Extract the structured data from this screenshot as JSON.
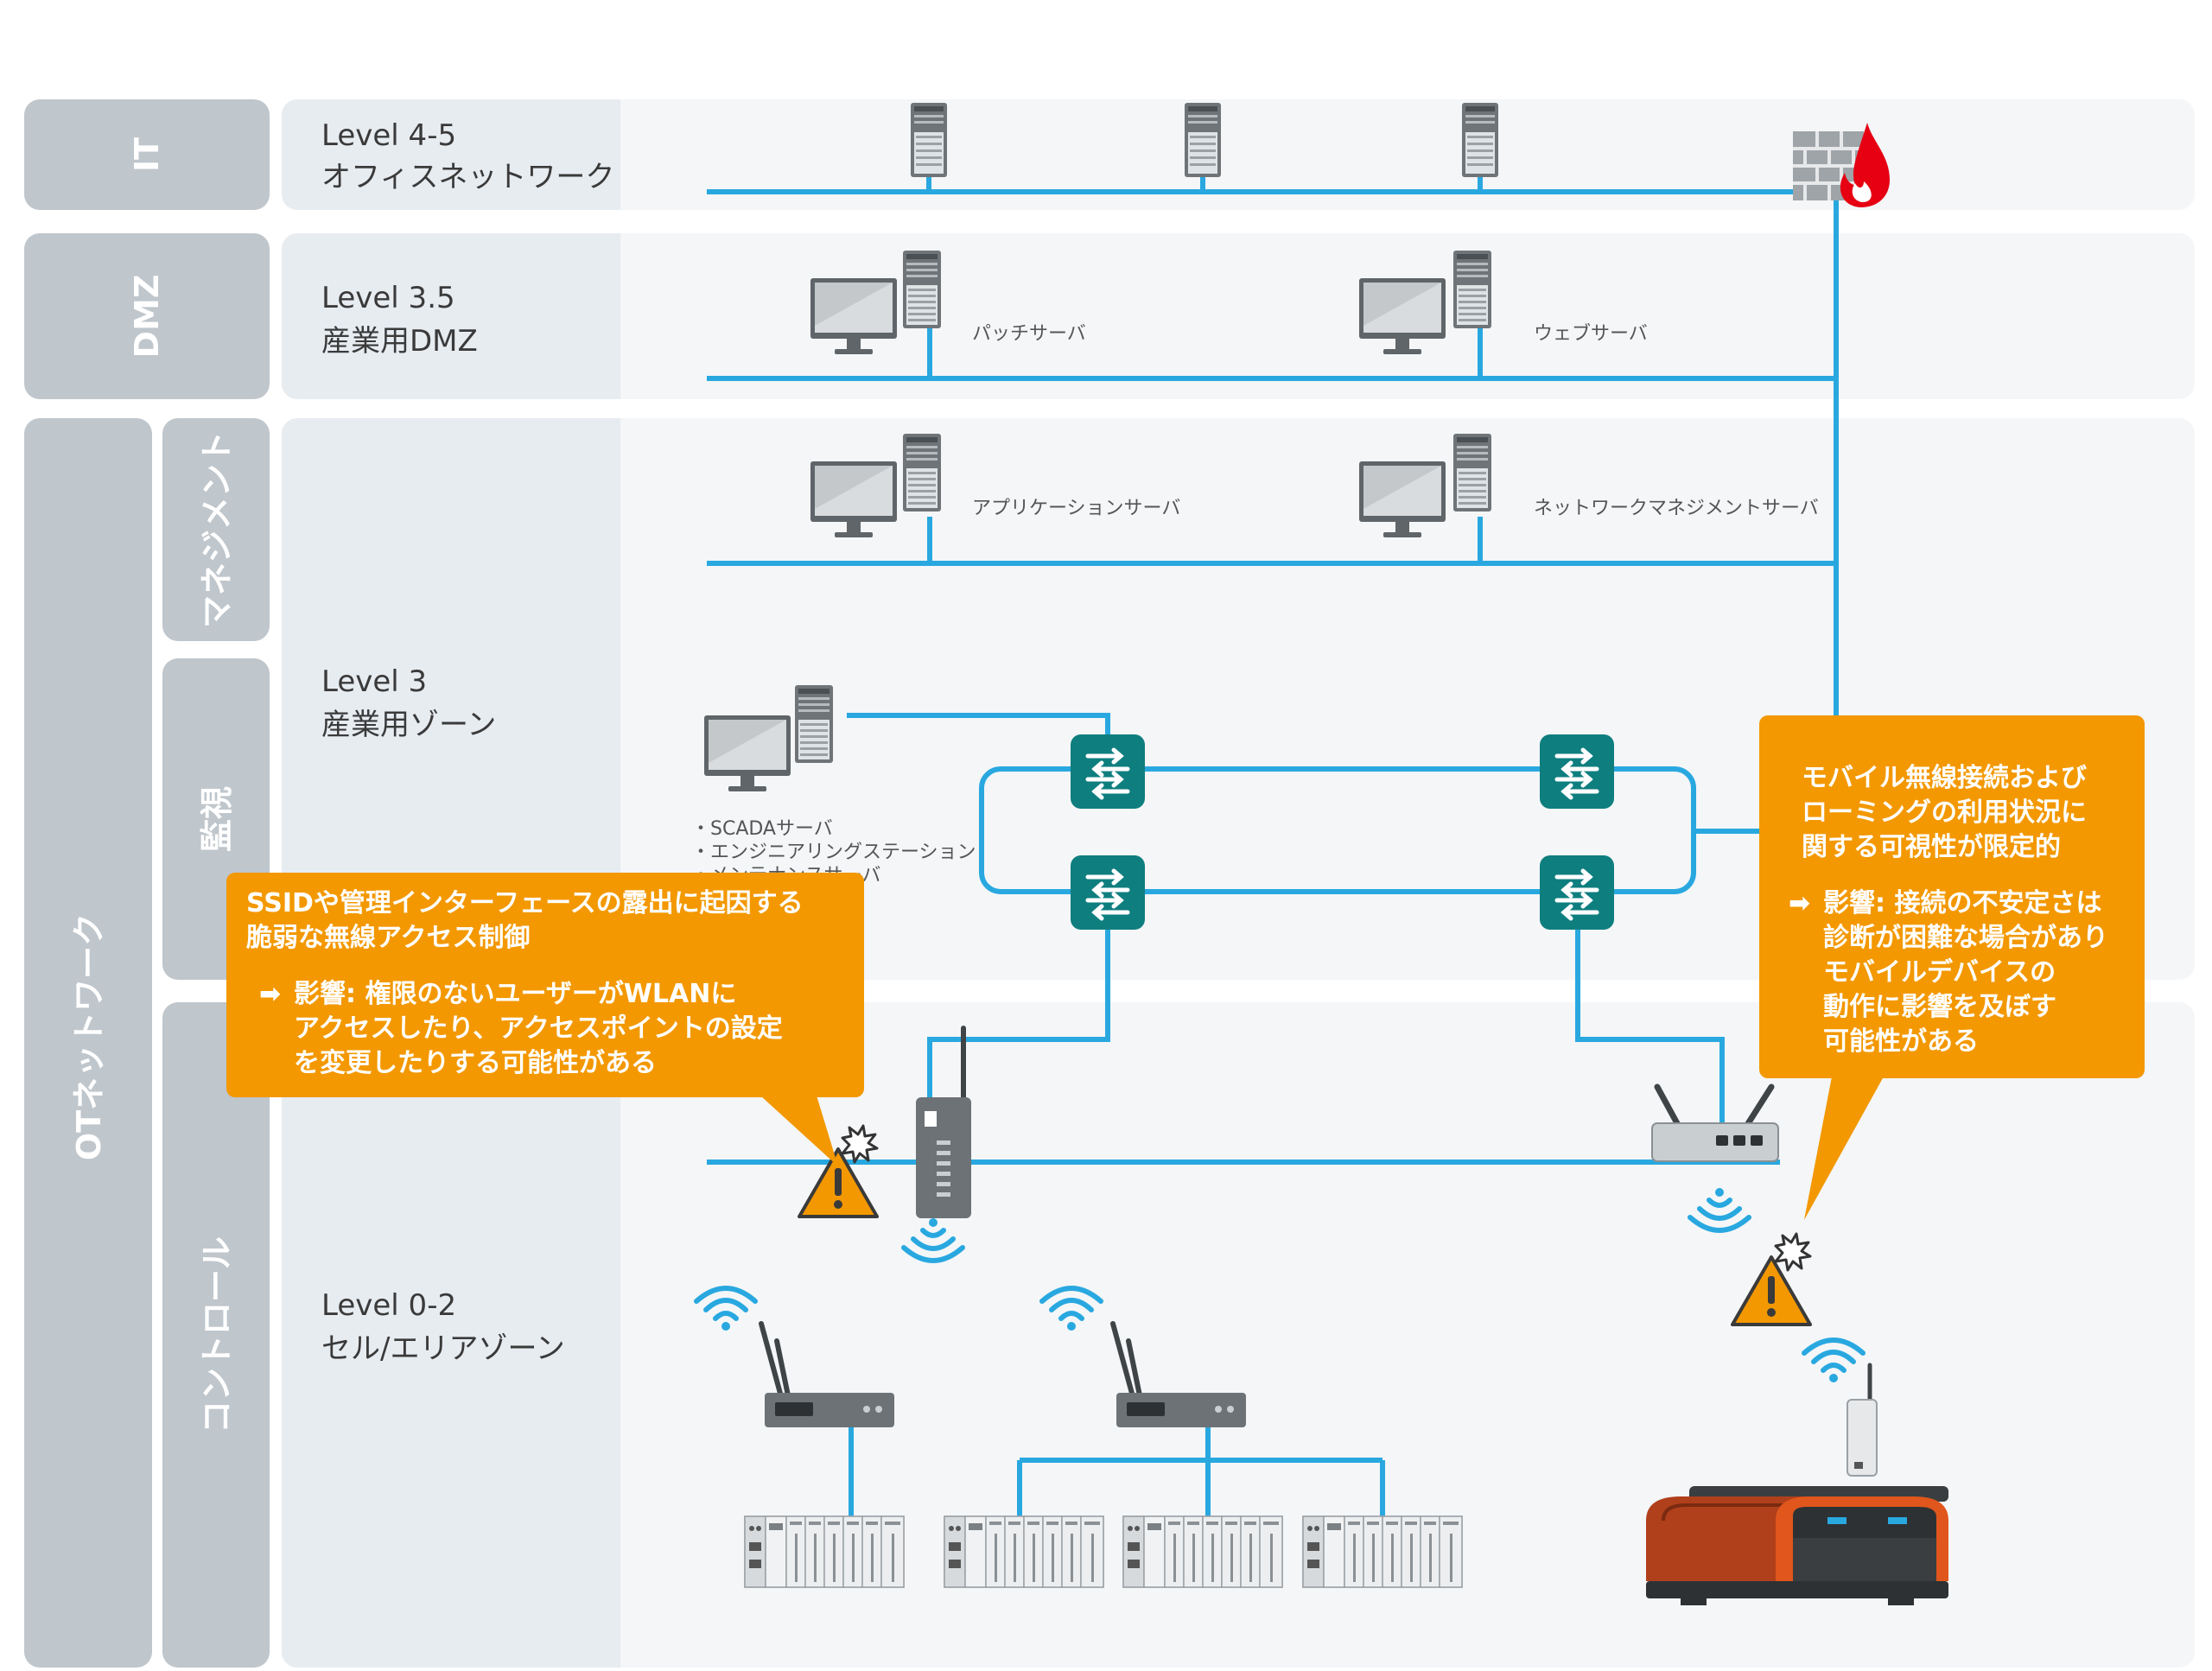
{
  "categories": {
    "it": "IT",
    "dmz": "DMZ",
    "ot": "OTネットワーク",
    "management": "マネジメント",
    "monitoring": "監視",
    "control": "コントロール"
  },
  "levels": {
    "l45": {
      "level": "Level 4-5",
      "name": "オフィスネットワーク"
    },
    "l35": {
      "level": "Level 3.5",
      "name": "産業用DMZ"
    },
    "l3": {
      "level": "Level 3",
      "name": "産業用ゾーン"
    },
    "l02": {
      "level": "Level 0-2",
      "name": "セル/エリアゾーン"
    }
  },
  "devices": {
    "patch_server": "パッチサーバ",
    "web_server": "ウェブサーバ",
    "app_server": "アプリケーションサーバ",
    "nms_server": "ネットワークマネジメントサーバ",
    "scada": [
      "・SCADAサーバ",
      "・エンジニアリングステーション",
      "・メンテナンスサーバ"
    ]
  },
  "callouts": {
    "left": {
      "title": [
        "SSIDや管理インターフェースの露出に起因する",
        "脆弱な無線アクセス制御"
      ],
      "arrow": "➡",
      "impact": [
        "影響: 権限のないユーザーがWLANに",
        "アクセスしたり、アクセスポイントの設定",
        "を変更したりする可能性がある"
      ]
    },
    "right": {
      "title": [
        "モバイル無線接続および",
        "ローミングの利用状況に",
        "関する可視性が限定的"
      ],
      "arrow": "➡",
      "impact": [
        "影響: 接続の不安定さは",
        "診断が困難な場合があり",
        "モバイルデバイスの",
        "動作に影響を及ぼす",
        "可能性がある"
      ]
    }
  },
  "colors": {
    "network_line": "#29a8e0",
    "category_box": "#bfc6cc",
    "level_label_bg": "#e7ecf1",
    "zone_bg": "#f4f6f8",
    "callout": "#f39800",
    "switch": "#0f7e7f",
    "warning": "#f39800"
  }
}
